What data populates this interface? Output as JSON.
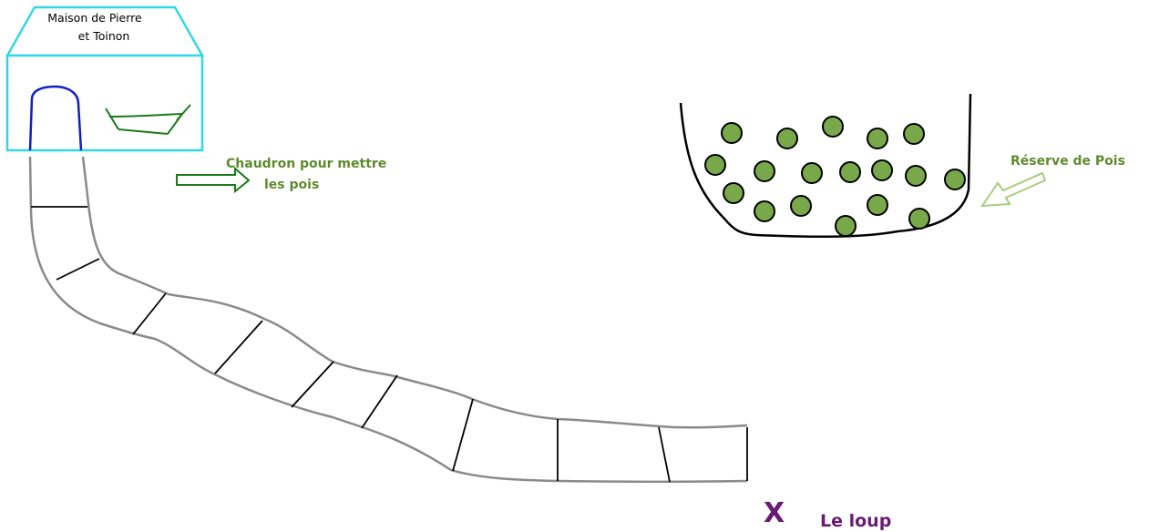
{
  "house": {
    "title_line1": "Maison de Pierre",
    "title_line2": "et Toinon",
    "color": "#33d6e6",
    "door_color": "#1020c8"
  },
  "cauldron": {
    "label_line1": "Chaudron pour mettre",
    "label_line2": "les pois",
    "color": "#1a7a1a",
    "label_color": "#5f8a2c"
  },
  "reserve": {
    "label": "Réserve de Pois",
    "pea_color": "#79a84a",
    "arrow_color": "#a9cc7e"
  },
  "wolf": {
    "marker": "X",
    "label": "Le loup",
    "color": "#6a1b74"
  },
  "path": {
    "edge_color": "#8a8a8a",
    "rung_color": "#000000"
  }
}
